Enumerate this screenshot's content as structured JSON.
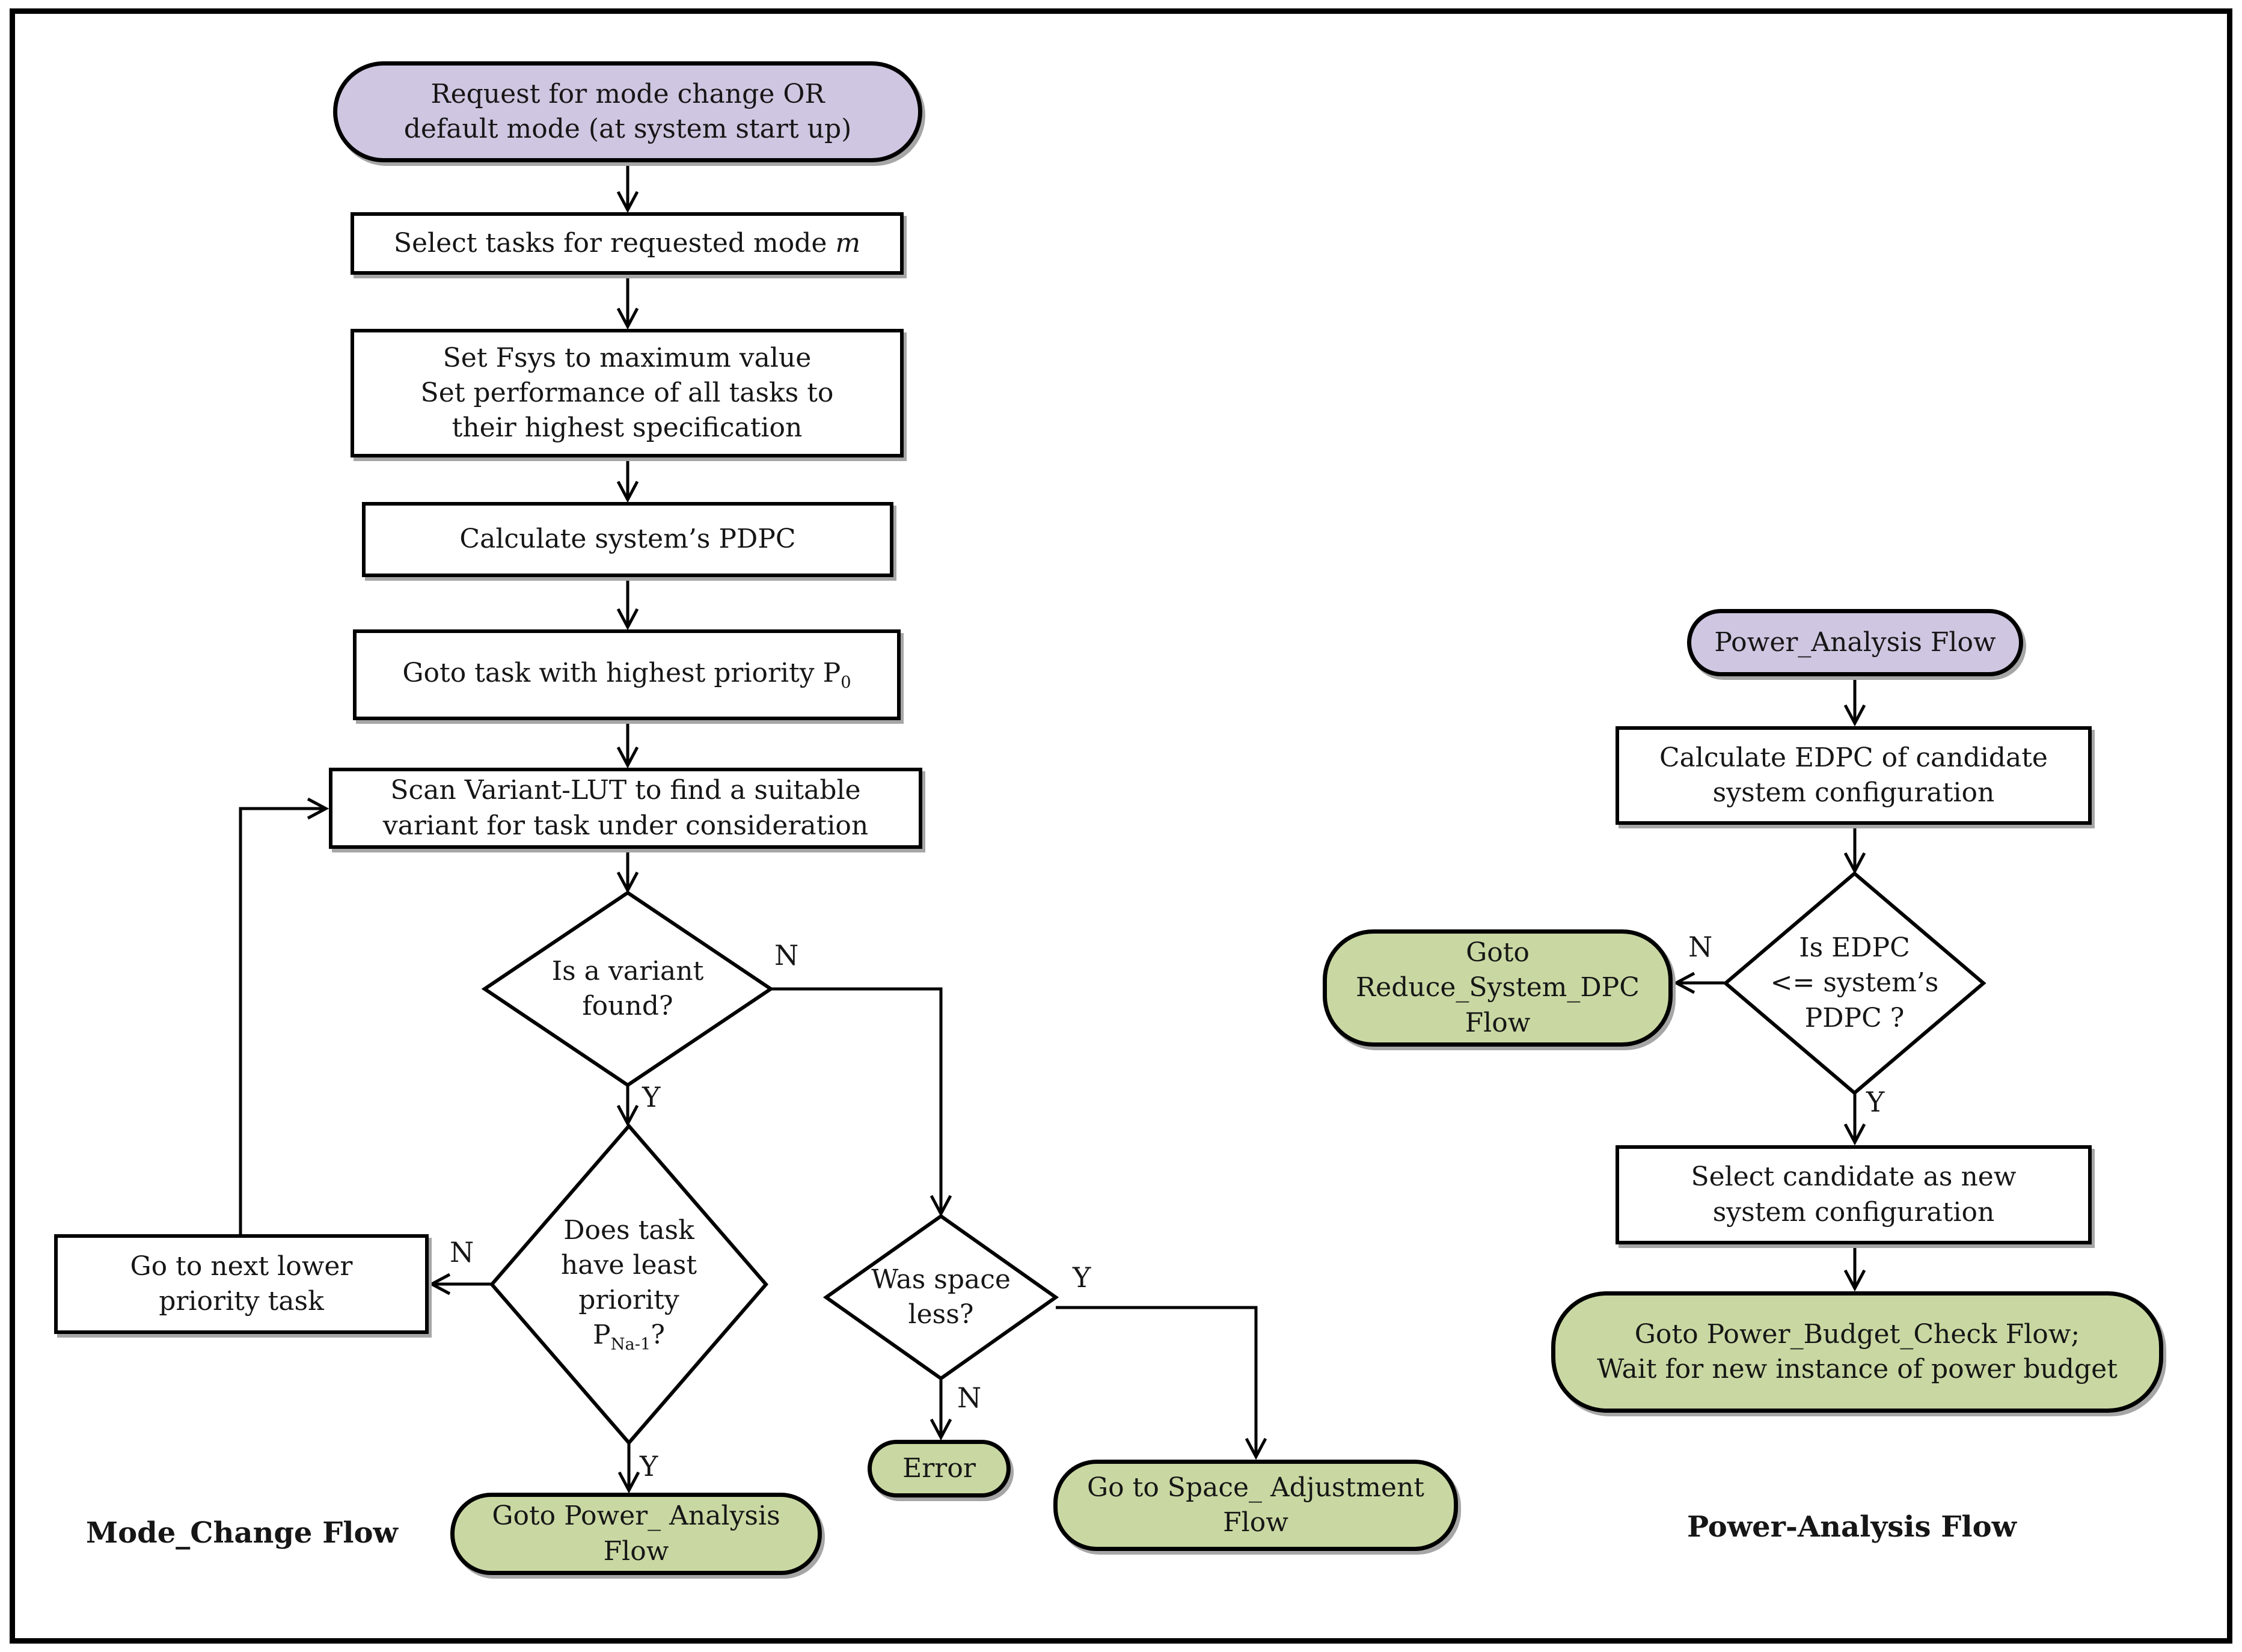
{
  "labels": {
    "yes": "Y",
    "no": "N"
  },
  "captions": {
    "mode_change": "Mode_Change Flow",
    "power_analysis": "Power-Analysis Flow"
  },
  "nodes": {
    "start": "Request for mode change OR\ndefault mode (at system start up)",
    "select_tasks_pre": "Select tasks for requested mode ",
    "select_tasks_var": "m",
    "set_fsys": "Set Fsys to maximum value\nSet performance of all tasks to\ntheir highest specification",
    "calc_pdpc": "Calculate system’s PDPC",
    "goto_task_pre": "Goto task with highest priority P",
    "goto_task_sub": "0",
    "scan_lut": "Scan Variant-LUT to find a suitable\nvariant for task under consideration",
    "variant_found": "Is a variant\nfound?",
    "least_priority_pre": "Does task\nhave least\npriority\nP",
    "least_priority_sub": "Na-1",
    "least_priority_post": "?",
    "next_lower": "Go to next lower\npriority task",
    "goto_power_analysis": "Goto Power_ Analysis\nFlow",
    "was_space_less": "Was space\nless?",
    "error": "Error",
    "goto_space_adjustment": "Go to Space_ Adjustment\nFlow",
    "pa_start": "Power_Analysis Flow",
    "calc_edpc": "Calculate EDPC of candidate\nsystem configuration",
    "edpc_check": "Is EDPC\n<= system’s\nPDPC ?",
    "goto_reduce": "Goto\nReduce_System_DPC\nFlow",
    "select_candidate": "Select candidate as new\nsystem configuration",
    "goto_budget": "Goto Power_Budget_Check Flow;\nWait for new instance of power budget"
  },
  "colors": {
    "purple": "#cfc6e1",
    "green": "#c9d8a2",
    "box": "#ffffff",
    "stroke": "#000000"
  }
}
